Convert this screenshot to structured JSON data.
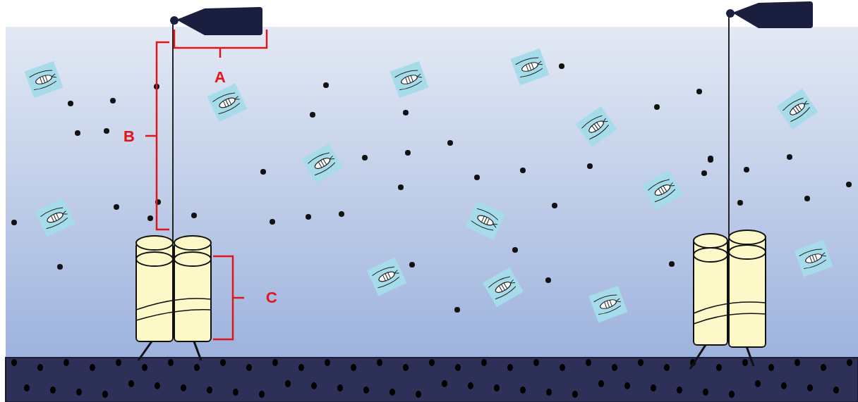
{
  "diagram": {
    "labels": [
      "A",
      "B",
      "C"
    ]
  }
}
